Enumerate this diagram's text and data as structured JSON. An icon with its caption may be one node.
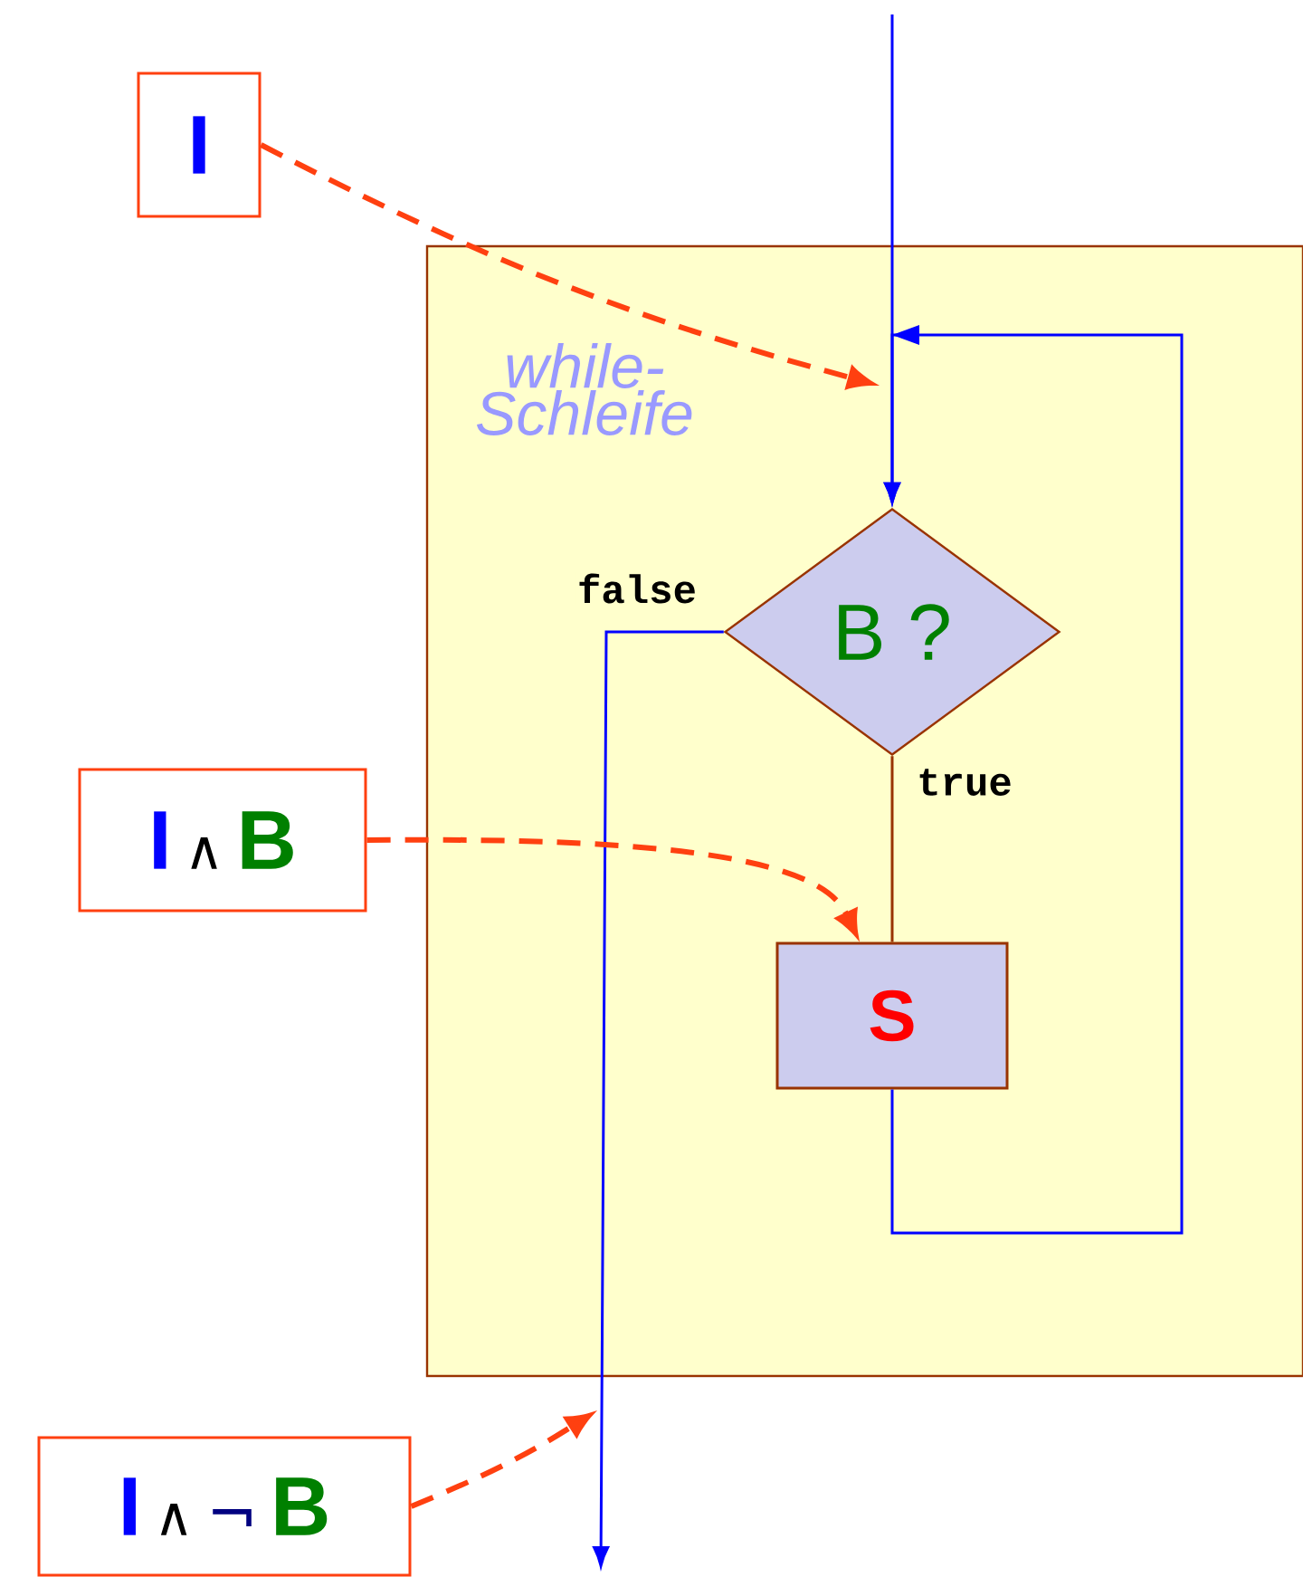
{
  "diagram": {
    "nodes": [
      {
        "text": [
          "while-Schleife"
        ]
      },
      {
        "text": [
          "B ?"
        ],
        "in": 0
      },
      {
        "text": [
          "S"
        ],
        "in": 0
      },
      {
        "text": [
          "I"
        ]
      },
      {
        "text": [
          "I",
          "∧",
          "B"
        ]
      },
      {
        "text": [
          "I",
          "∧",
          "¬",
          "B"
        ]
      }
    ],
    "edges": [
      {
        "from": null,
        "to": 1,
        "arrow": "to"
      },
      {
        "from": 1,
        "to": null,
        "arrow": "to",
        "label": "false"
      },
      {
        "from": 1,
        "to": 2,
        "arrow": "none",
        "label": "true",
        "color": "#993300"
      },
      {
        "from": 2,
        "to": 1,
        "arrow": "to"
      },
      {
        "from": 3,
        "to": null,
        "arrow": "to",
        "style": "dashed",
        "color": "#ff4010"
      },
      {
        "from": 4,
        "to": 2,
        "arrow": "to",
        "style": "dashed",
        "color": "#ff4010"
      },
      {
        "from": 5,
        "to": null,
        "arrow": "to",
        "style": "dashed",
        "color": "#ff4010"
      }
    ]
  }
}
